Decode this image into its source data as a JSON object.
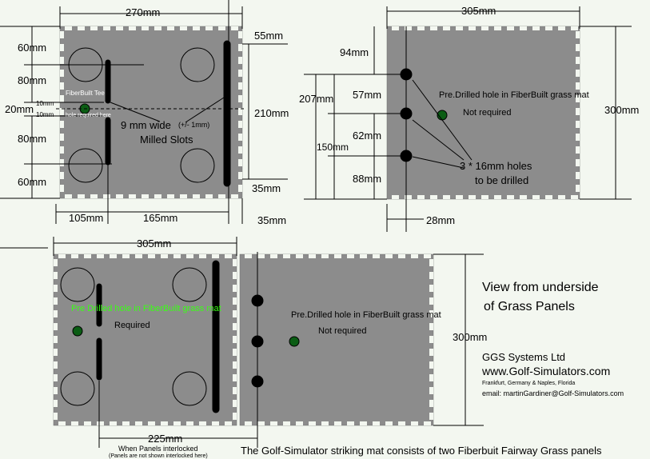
{
  "colors": {
    "background": "#f3f7f0",
    "panel": "#8c8c8c",
    "hole_fill": "#0b5d14",
    "slot": "#000000",
    "green_text": "#39ff14"
  },
  "dims": {
    "d270": "270mm",
    "d305_top": "305mm",
    "d55": "55mm",
    "d60a": "60mm",
    "d80a": "80mm",
    "d20": "20mm",
    "d10a": "10mm",
    "d10b": "10mm",
    "d80b": "80mm",
    "d60b": "60mm",
    "d210": "210mm",
    "d35a": "35mm",
    "d105": "105mm",
    "d165": "165mm",
    "d35b": "35mm",
    "d94": "94mm",
    "d207": "207mm",
    "d57": "57mm",
    "d150": "150mm",
    "d62": "62mm",
    "d88": "88mm",
    "d300a": "300mm",
    "d28": "28mm",
    "d305_bottom": "305mm",
    "d300b": "300mm",
    "d225": "225mm"
  },
  "labels": {
    "fiberbuilt_tee": "FiberBuilt Tee",
    "hole_required_here": "hole required here",
    "slot_width": "9 mm wide",
    "slot_tolerance": "(+/- 1mm)",
    "milled_slots": "Milled Slots",
    "predrilled_right": "Pre.Drilled hole in FiberBuilt grass mat",
    "not_required_right": "Not required",
    "holes_16mm": "3 * 16mm holes",
    "to_be_drilled": "to be drilled",
    "predrilled_bottom_left": "Pre Drilled hole in FiberBuilt grass mat",
    "required": "Required",
    "predrilled_bottom_right": "Pre.Drilled hole in FiberBuilt grass mat",
    "not_required_bottom": "Not required",
    "view_line1": "View from underside",
    "view_line2": "of Grass Panels",
    "company": "GGS Systems Ltd",
    "website": "www.Golf-Simulators.com",
    "locations": "Frankfurt, Germany & Naples, Florida",
    "email": "email:  martinGardiner@Golf-Simulators.com",
    "interlocked": "When Panels interlocked",
    "not_shown": "(Panels are not shown interlocked here)",
    "footer": "The Golf-Simulator striking mat consists of two Fiberbuit Fairway Grass panels"
  }
}
